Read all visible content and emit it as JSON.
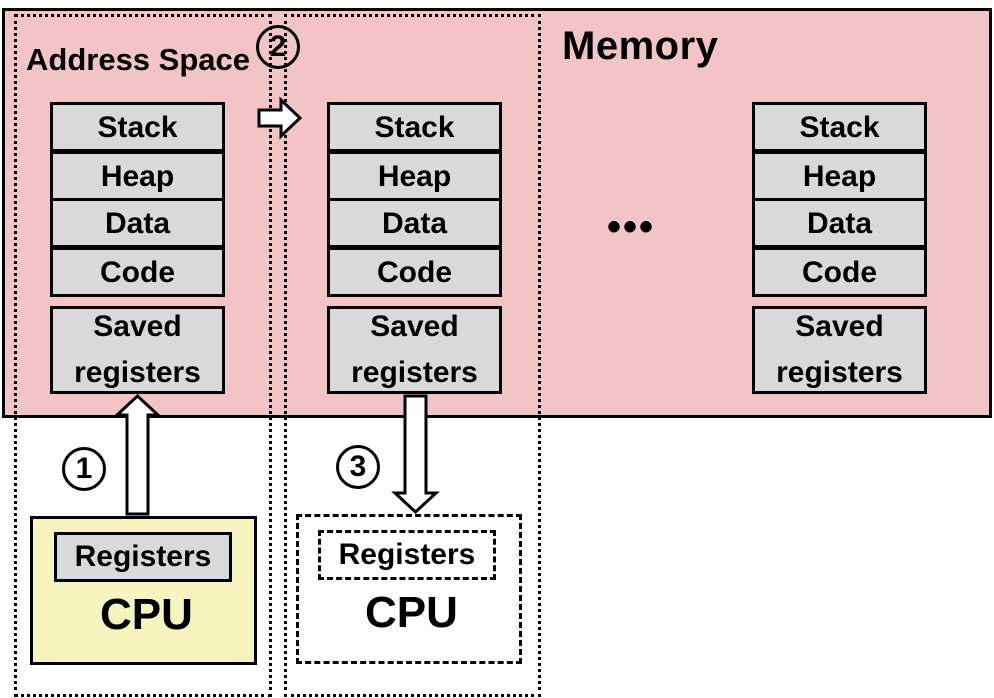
{
  "memory": {
    "title": "Memory"
  },
  "address_space": {
    "title": "Address Space"
  },
  "process_1": {
    "segments": [
      "Stack",
      "Heap",
      "Data",
      "Code"
    ],
    "saved_registers": [
      "Saved",
      "registers"
    ]
  },
  "process_2": {
    "segments": [
      "Stack",
      "Heap",
      "Data",
      "Code"
    ],
    "saved_registers": [
      "Saved",
      "registers"
    ]
  },
  "process_n": {
    "segments": [
      "Stack",
      "Heap",
      "Data",
      "Code"
    ],
    "saved_registers": [
      "Saved",
      "registers"
    ]
  },
  "ellipsis": "•••",
  "steps": [
    "1",
    "2",
    "3"
  ],
  "cpu_active": {
    "registers": "Registers",
    "label": "CPU"
  },
  "cpu_next": {
    "registers": "Registers",
    "label": "CPU"
  }
}
